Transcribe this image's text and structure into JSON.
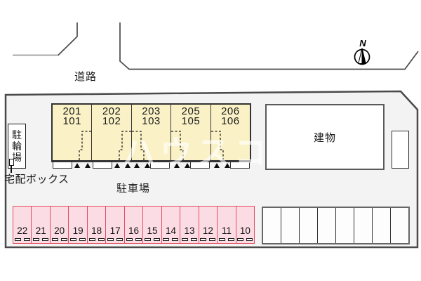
{
  "labels": {
    "road": "道路",
    "parking_lot": "駐車場",
    "building": "建物",
    "bicycle_parking": "駐輪場",
    "delivery_box": "宅配ボックス",
    "north": "N"
  },
  "apartment_units": [
    {
      "upper": "201",
      "lower": "101",
      "porch_side": "right"
    },
    {
      "upper": "202",
      "lower": "102",
      "porch_side": "right"
    },
    {
      "upper": "203",
      "lower": "103",
      "porch_side": "left"
    },
    {
      "upper": "205",
      "lower": "105",
      "porch_side": "left"
    },
    {
      "upper": "206",
      "lower": "106",
      "porch_side": "left"
    }
  ],
  "pink_parking_stalls": {
    "numbers": [
      "22",
      "21",
      "20",
      "19",
      "18",
      "17",
      "16",
      "15",
      "14",
      "13",
      "12",
      "11",
      "10"
    ]
  },
  "white_parking_stalls": {
    "count": 8
  },
  "watermark": "ハウスコム",
  "colors": {
    "site_fill": "#f3f3f3",
    "site_border": "#4a4a4a",
    "unit_fill": "#faf2c6",
    "unit_border": "#333333",
    "pink_fill": "#fcdce4",
    "pink_border": "#e04e5e",
    "road_line": "#4a4a4a"
  }
}
